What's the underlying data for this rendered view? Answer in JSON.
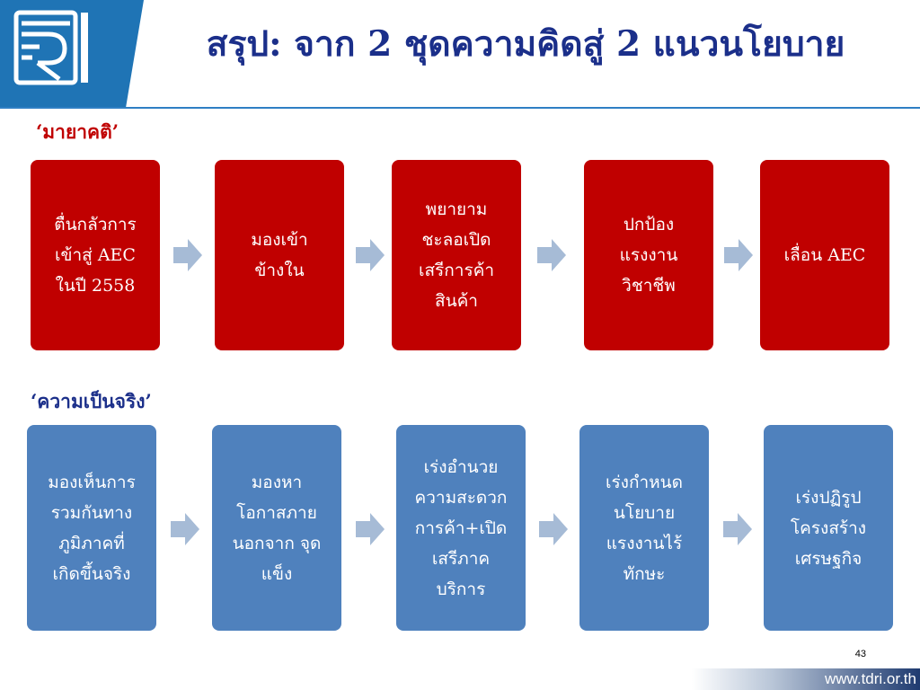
{
  "title": "สรุป: จาก 2 ชุดความคิดสู่ 2 แนวนโยบาย",
  "logo": {
    "icon": "tdri-logo-icon",
    "background_color": "#1f74b5"
  },
  "colors": {
    "title": "#1b2f8a",
    "myth_label": "#c00000",
    "myth_box": "#c00000",
    "reality_box": "#4f81bd",
    "arrow": "#a6bbd6"
  },
  "myth": {
    "label": "‘มายาคติ’",
    "boxes": [
      "ตื่นกลัวการ\nเข้าสู่ AEC\nในปี 2558",
      "มองเข้า\nข้างใน",
      "พยายาม\nชะลอเปิด\nเสรีการค้า\nสินค้า",
      "ปกป้อง\nแรงงาน\nวิชาชีพ",
      "เลื่อน AEC"
    ]
  },
  "reality": {
    "label": "‘ความเป็นจริง’",
    "boxes": [
      "มองเห็นการ\nรวมกันทาง\nภูมิภาคที่\nเกิดขึ้นจริง",
      "มองหา\nโอกาสภาย\nนอกจาก  จุด\nแข็ง",
      "เร่งอำนวย\nความสะดวก\nการค้า+เปิด\nเสรีภาค\nบริการ",
      "เร่งกำหนด\nนโยบาย\nแรงงานไร้\nทักษะ",
      "เร่งปฏิรูป\nโครงสร้าง\nเศรษฐกิจ"
    ]
  },
  "arrow_icon": "right-arrow-icon",
  "page_number": "43",
  "footer": {
    "url": "www.tdri.or.th"
  }
}
